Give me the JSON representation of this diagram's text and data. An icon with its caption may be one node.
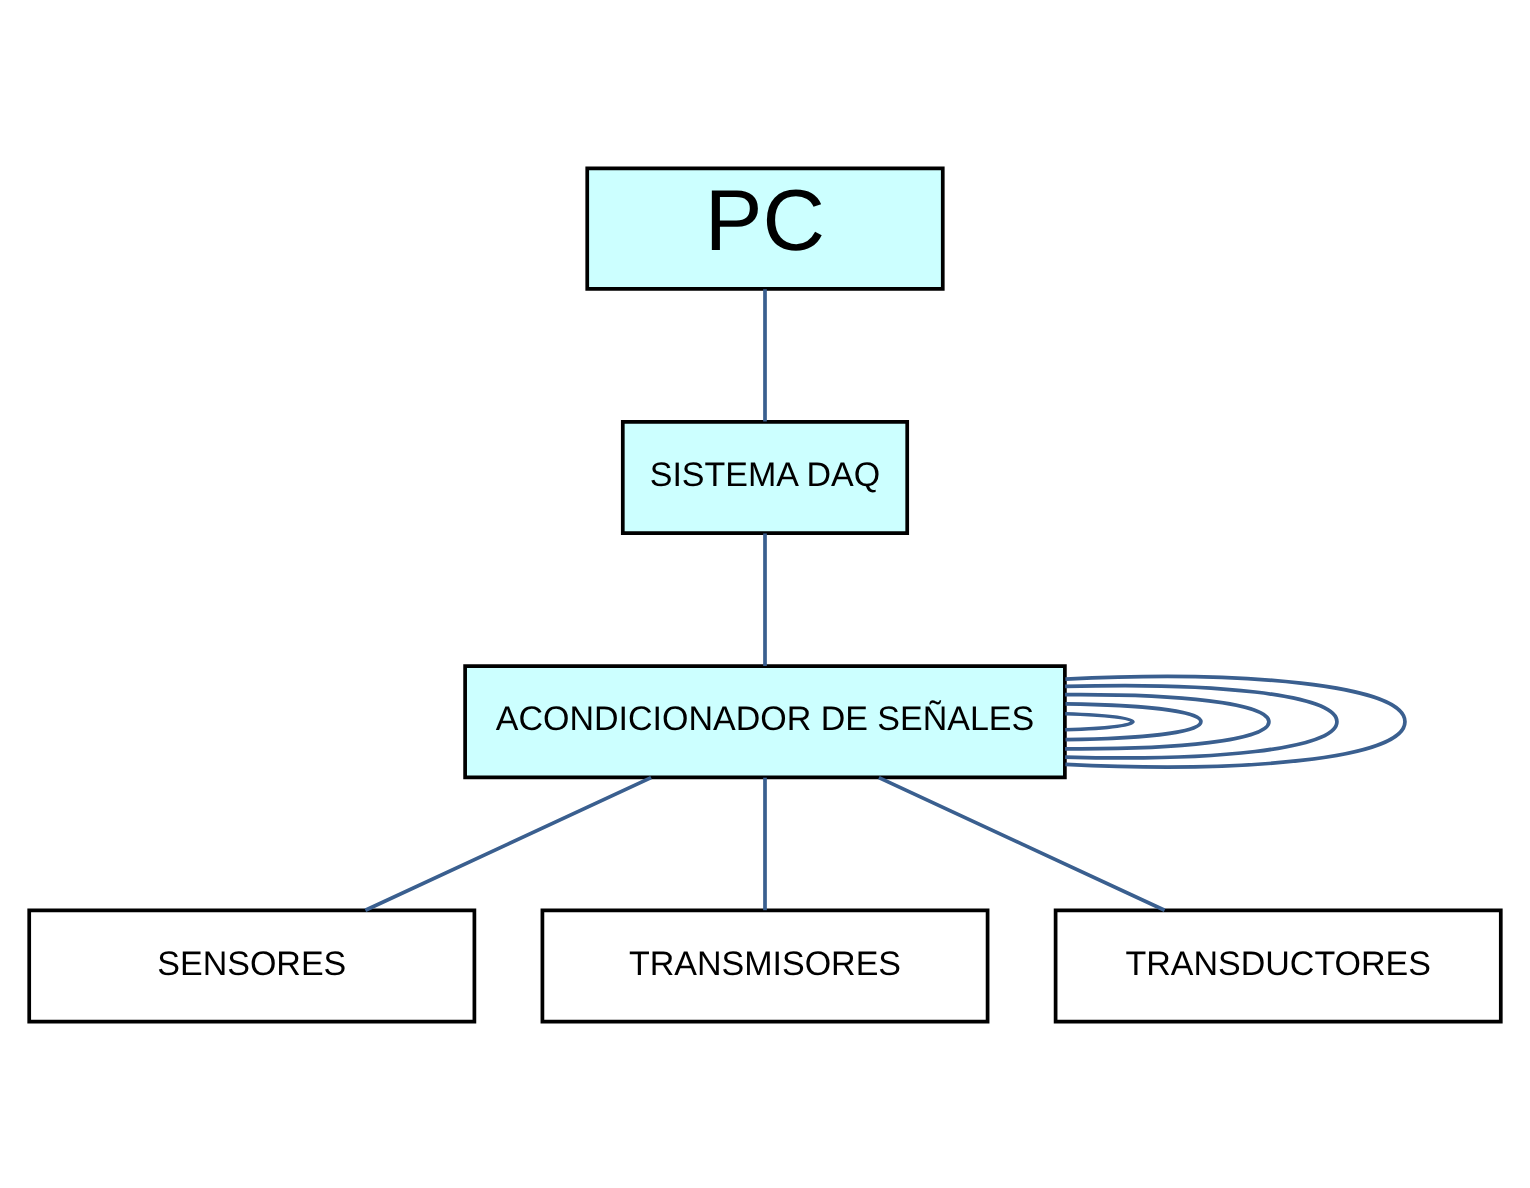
{
  "diagram": {
    "nodes": [
      {
        "text": [
          "PC"
        ]
      },
      {
        "text": [
          "SISTEMA DAQ"
        ]
      },
      {
        "text": [
          "ACONDICIONADOR DE SEÑALES"
        ]
      },
      {
        "text": [
          "SENSORES"
        ]
      },
      {
        "text": [
          "TRANSMISORES"
        ]
      },
      {
        "text": [
          "TRANSDUCTORES"
        ]
      }
    ],
    "edges": [
      {
        "from": 0,
        "to": 1,
        "arrow": "none"
      },
      {
        "from": 1,
        "to": 2,
        "arrow": "none"
      },
      {
        "from": 2,
        "to": 2,
        "arrow": "none"
      },
      {
        "from": 2,
        "to": 2,
        "arrow": "none"
      },
      {
        "from": 2,
        "to": 2,
        "arrow": "none"
      },
      {
        "from": 2,
        "to": 2,
        "arrow": "none"
      },
      {
        "from": 2,
        "to": 2,
        "arrow": "none"
      },
      {
        "from": 2,
        "to": 3,
        "arrow": "none"
      },
      {
        "from": 2,
        "to": 4,
        "arrow": "none"
      },
      {
        "from": 2,
        "to": 5,
        "arrow": "none"
      }
    ]
  }
}
